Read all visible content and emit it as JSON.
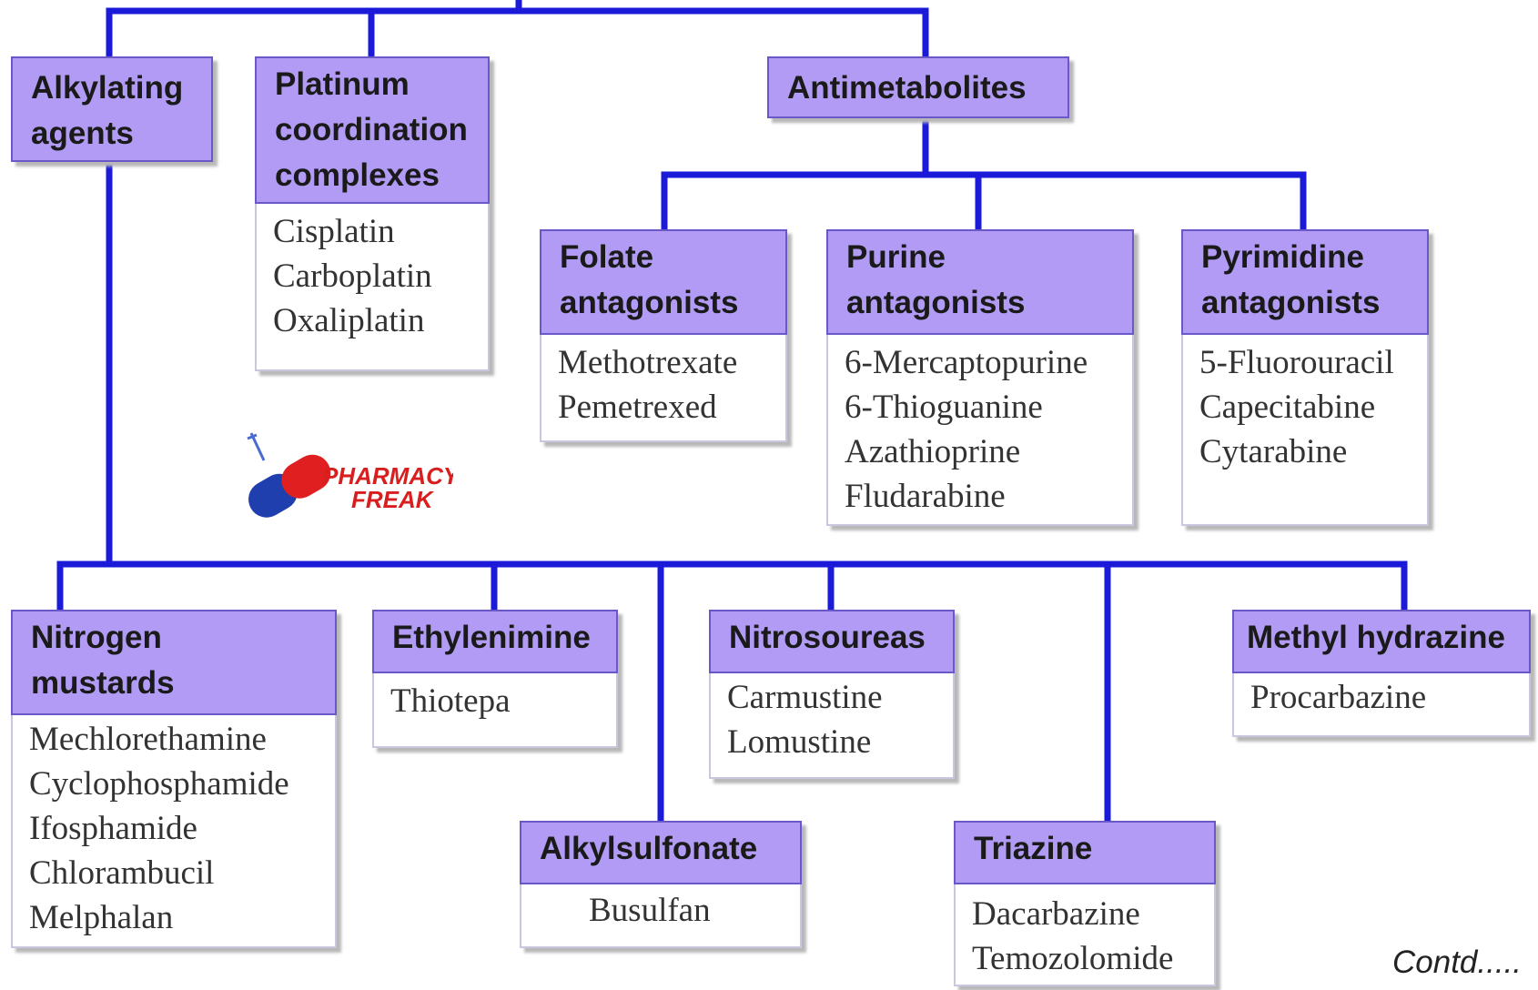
{
  "colors": {
    "connector": "#1a1ad8",
    "header_fill": "#b19bf4",
    "header_border": "#6a58c8"
  },
  "categories": {
    "alkylating": {
      "title_lines": [
        "Alkylating",
        "agents"
      ]
    },
    "platinum": {
      "title_lines": [
        "Platinum",
        "coordination",
        "complexes"
      ],
      "drugs": [
        "Cisplatin",
        "Carboplatin",
        "Oxaliplatin"
      ]
    },
    "antimetabolites": {
      "title_lines": [
        "Antimetabolites"
      ]
    }
  },
  "antimetabolite_groups": {
    "folate": {
      "title_lines": [
        "Folate",
        "antagonists"
      ],
      "drugs": [
        "Methotrexate",
        "Pemetrexed"
      ]
    },
    "purine": {
      "title_lines": [
        "Purine",
        "antagonists"
      ],
      "drugs": [
        "6-Mercaptopurine",
        "6-Thioguanine",
        "Azathioprine",
        "Fludarabine"
      ]
    },
    "pyrimidine": {
      "title_lines": [
        "Pyrimidine",
        "antagonists"
      ],
      "drugs": [
        "5-Fluorouracil",
        "Capecitabine",
        "Cytarabine"
      ]
    }
  },
  "alkylating_groups": {
    "nitrogen_mustards": {
      "title_lines": [
        "Nitrogen",
        "mustards"
      ],
      "drugs": [
        "Mechlorethamine",
        "Cyclophosphamide",
        "Ifosphamide",
        "Chlorambucil",
        "Melphalan"
      ]
    },
    "ethylenimine": {
      "title_lines": [
        "Ethylenimine"
      ],
      "drugs": [
        "Thiotepa"
      ]
    },
    "alkylsulfonate": {
      "title_lines": [
        "Alkylsulfonate"
      ],
      "drugs": [
        "Busulfan"
      ]
    },
    "nitrosoureas": {
      "title_lines": [
        "Nitrosoureas"
      ],
      "drugs": [
        "Carmustine",
        "Lomustine"
      ]
    },
    "triazine": {
      "title_lines": [
        "Triazine"
      ],
      "drugs": [
        "Dacarbazine",
        "Temozolomide"
      ]
    },
    "methyl_hydrazine": {
      "title_lines": [
        "Methyl hydrazine"
      ],
      "drugs": [
        "Procarbazine"
      ]
    }
  },
  "logo": {
    "text_line1": "PHARMACY",
    "text_line2": "FREAK"
  },
  "footer": {
    "contd": "Contd....."
  }
}
